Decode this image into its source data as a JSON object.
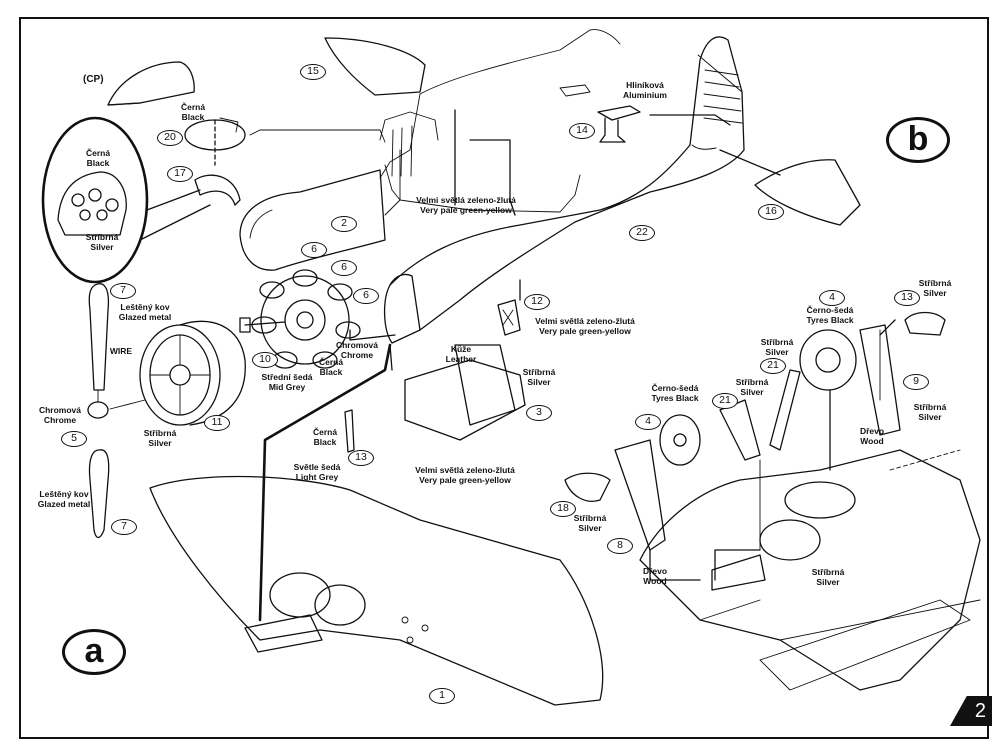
{
  "page_number": "2",
  "sections": {
    "a": "a",
    "b": "b"
  },
  "cockpit_tag": "(CP)",
  "part_numbers": {
    "p1": "1",
    "p2": "2",
    "p3": "3",
    "p4": "4",
    "p4b": "4",
    "p5": "5",
    "p6a": "6",
    "p6b": "6",
    "p6c": "6",
    "p7a": "7",
    "p7b": "7",
    "p8": "8",
    "p9": "9",
    "p10": "10",
    "p11": "11",
    "p12": "12",
    "p13": "13",
    "p13b": "13",
    "p14": "14",
    "p15": "15",
    "p16": "16",
    "p17": "17",
    "p18": "18",
    "p20": "20",
    "p21a": "21",
    "p21b": "21",
    "p22": "22"
  },
  "labels": {
    "black_panel": [
      "Černá",
      "Black"
    ],
    "silver_panel": [
      "Stříbrná",
      "Silver"
    ],
    "black_20": [
      "Černá",
      "Black"
    ],
    "aluminium": [
      "Hliníková",
      "Aluminium"
    ],
    "green_yellow_fuse": [
      "Velmi světlá zeleno-žlutá",
      "Very pale green-yellow"
    ],
    "glazed_top": [
      "Leštěný kov",
      "Glazed metal"
    ],
    "wire": "WIRE",
    "chrome_hub": [
      "Chromová",
      "Chrome"
    ],
    "silver_cowl": [
      "Stříbrná",
      "Silver"
    ],
    "midgrey": [
      "Střední šedá",
      "Mid Grey"
    ],
    "black_engine": [
      "Černá",
      "Black"
    ],
    "chrome_engine": [
      "Chromová",
      "Chrome"
    ],
    "glazed_bottom": [
      "Leštěný kov",
      "Glazed metal"
    ],
    "green_yellow_12": [
      "Velmi světlá zeleno-žlutá",
      "Very pale green-yellow"
    ],
    "leather": [
      "Kůže",
      "Leather"
    ],
    "silver_seat": [
      "Stříbrná",
      "Silver"
    ],
    "black_13": [
      "Černá",
      "Black"
    ],
    "lightgrey_13": [
      "Světle šedá",
      "Light Grey"
    ],
    "green_yellow_3": [
      "Velmi světlá zeleno-žlutá",
      "Very pale green-yellow"
    ],
    "tyres_4b": [
      "Černo-šedá",
      "Tyres Black"
    ],
    "silver_13b": [
      "Stříbrná",
      "Silver"
    ],
    "silver_21b": [
      "Stříbrná",
      "Silver"
    ],
    "silver_9": [
      "Stříbrná",
      "Silver"
    ],
    "tyres_4": [
      "Černo-šedá",
      "Tyres Black"
    ],
    "silver_21": [
      "Stříbrná",
      "Silver"
    ],
    "wood_right": [
      "Dřevo",
      "Wood"
    ],
    "silver_18": [
      "Stříbrná",
      "Silver"
    ],
    "wood_left": [
      "Dřevo",
      "Wood"
    ],
    "silver_bay": [
      "Stříbrná",
      "Silver"
    ]
  }
}
